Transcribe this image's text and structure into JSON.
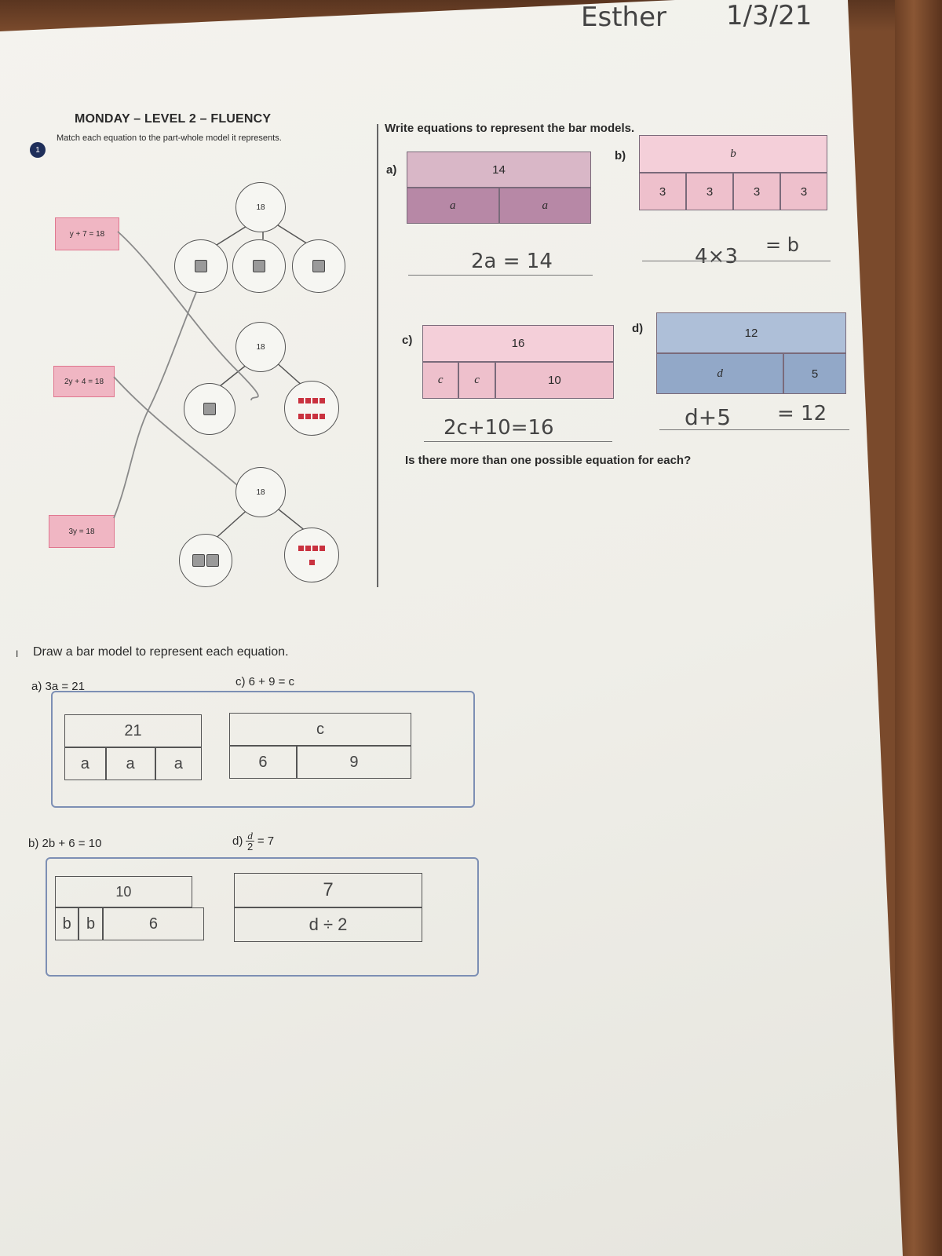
{
  "header": {
    "name": "Esther",
    "date": "1/3/21",
    "title": "MONDAY – LEVEL 2 – FLUENCY"
  },
  "q1": {
    "number": "1",
    "instruction": "Match each equation to the part-whole model it represents.",
    "equations": [
      "y + 7 = 18",
      "2y + 4 = 18",
      "3y = 18"
    ],
    "whole_labels": [
      "18",
      "18",
      "18"
    ]
  },
  "q2": {
    "instruction": "Write equations to represent the bar models.",
    "a": {
      "label": "a)",
      "whole": "14",
      "parts": [
        "a",
        "a"
      ],
      "answer": "2a = 14"
    },
    "b": {
      "label": "b)",
      "whole": "b",
      "parts": [
        "3",
        "3",
        "3",
        "3"
      ],
      "answer": "4×3",
      "answer_tail": "= b"
    },
    "c": {
      "label": "c)",
      "whole": "16",
      "parts": [
        "c",
        "c",
        "10"
      ],
      "answer": "2c+10=16"
    },
    "d": {
      "label": "d)",
      "whole": "12",
      "parts": [
        "d",
        "5"
      ],
      "answer": "d+5",
      "answer_tail": "= 12"
    },
    "question": "Is there more than one possible equation for each?"
  },
  "q3": {
    "number": "I",
    "instruction": "Draw a bar model to represent each equation.",
    "a": {
      "label": "a)",
      "equation": "3a = 21",
      "whole": "21",
      "parts": [
        "a",
        "a",
        "a"
      ]
    },
    "b": {
      "label": "b)",
      "equation": "2b + 6 = 10",
      "whole": "10",
      "parts": [
        "b",
        "b",
        "6"
      ]
    },
    "c": {
      "label": "c)",
      "equation": "6 + 9 = c",
      "whole": "c",
      "parts": [
        "6",
        "9"
      ]
    },
    "d": {
      "label": "d)",
      "eq_num": "d",
      "eq_den": "2",
      "eq_rhs": "= 7",
      "whole": "7",
      "parts": [
        "d ÷ 2"
      ]
    }
  }
}
